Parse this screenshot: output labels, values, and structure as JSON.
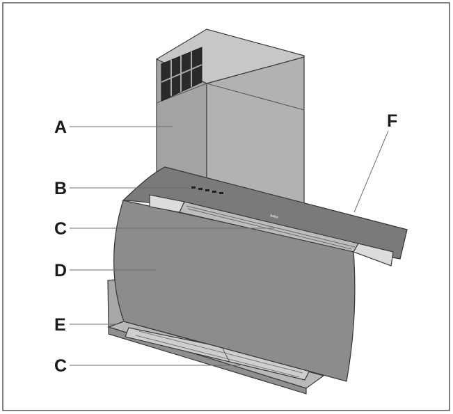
{
  "callouts": {
    "a": "A",
    "b": "B",
    "c_top": "C",
    "d": "D",
    "e": "E",
    "c_bottom": "C",
    "f": "F"
  },
  "brand_mark": "beko",
  "colors": {
    "glass": "#8c8c8c",
    "chimney_front": "#a6a6a6",
    "chimney_side": "#b0b0b0",
    "chimney_top": "#c4c4c4",
    "outline": "#3a3a3a",
    "leader": "#6e6e6e"
  }
}
